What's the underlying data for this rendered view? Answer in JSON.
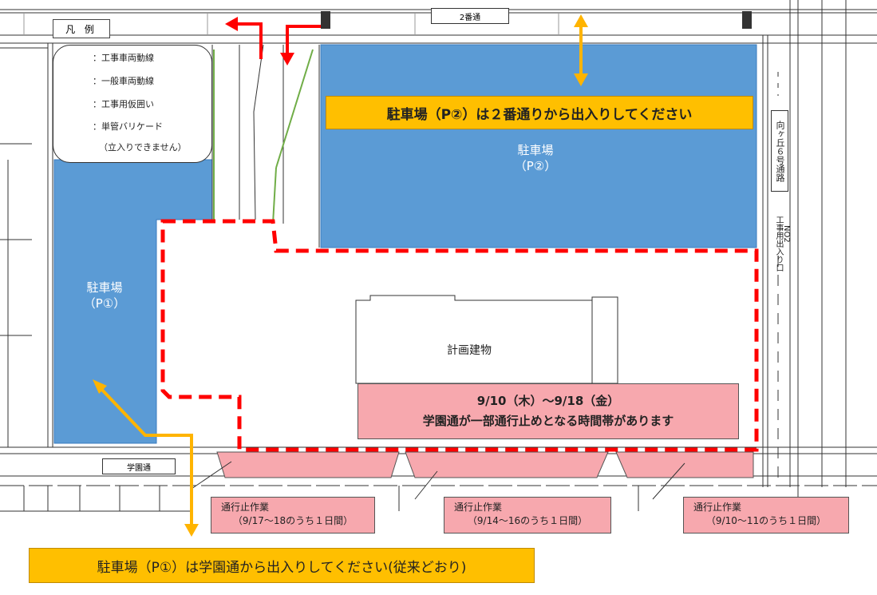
{
  "legend": {
    "title": "凡 例",
    "items": [
      {
        "label": "：工事車両動線"
      },
      {
        "label": "：一般車両動線"
      },
      {
        "label": "：工事用仮囲い"
      },
      {
        "label": "：単管バリケード"
      },
      {
        "label": "（立入りできません）"
      }
    ]
  },
  "roads": {
    "north": "2番通",
    "south": "学園通",
    "east": "向ヶ丘６号通路",
    "gate": "工事用出入り口",
    "gate_no": "NO2"
  },
  "areas": {
    "p1_name": "駐車場",
    "p1_code": "（P①）",
    "p2_name": "駐車場",
    "p2_code": "（P②）",
    "building": "計画建物"
  },
  "notices": {
    "p2_access": "駐車場（P②）は２番通りから出入りしてください",
    "p1_access": "駐車場（P①）は学園通から出入りしてください(従来どおり)",
    "closure_dates": "9/10（木）～9/18（金）",
    "closure_text": "学園通が一部通行止めとなる時間帯があります"
  },
  "works": [
    {
      "title": "通行止作業",
      "period": "（9/17～18のうち１日間）"
    },
    {
      "title": "通行止作業",
      "period": "（9/14～16のうち１日間）"
    },
    {
      "title": "通行止作業",
      "period": "（9/10～11のうち１日間）"
    }
  ],
  "colors": {
    "parking": "#5b9bd5",
    "construction_route": "#ff0000",
    "general_route": "#ffb400",
    "fence": "#ff0000",
    "barricade": "#70ad47",
    "pink_box": "#f7a8ae",
    "orange_box": "#ffbf00"
  }
}
